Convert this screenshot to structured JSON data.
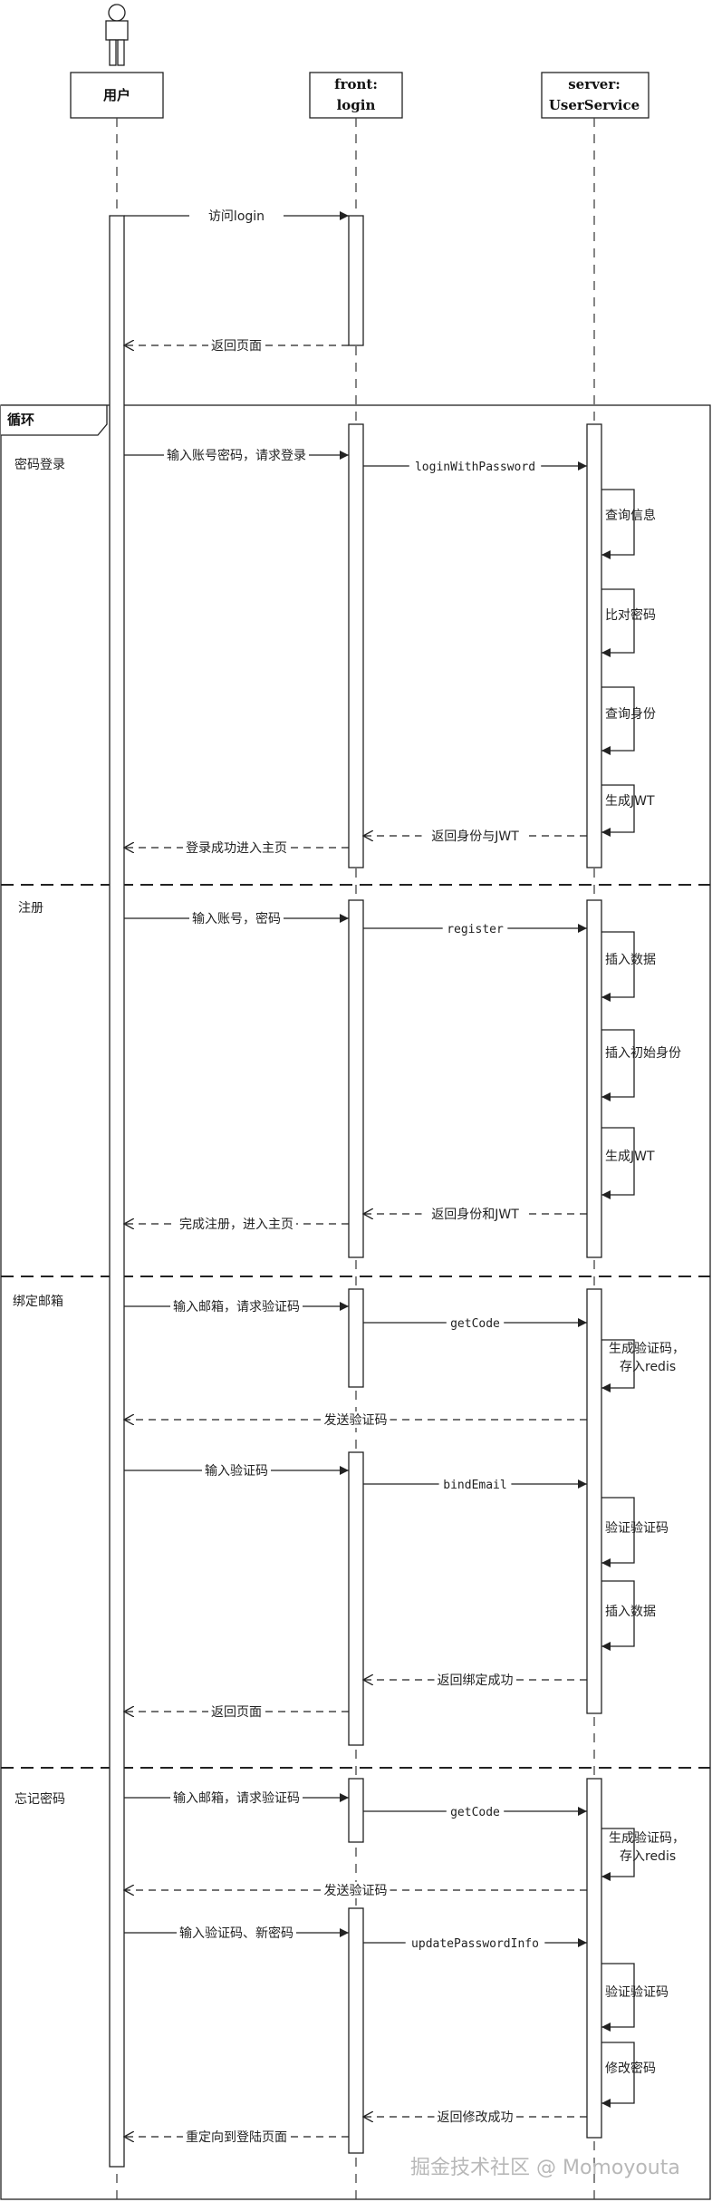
{
  "participants": [
    {
      "id": "user",
      "lines": [
        "用户"
      ],
      "actor": true
    },
    {
      "id": "front",
      "lines": [
        "front:",
        "login"
      ]
    },
    {
      "id": "server",
      "lines": [
        "server:",
        "UserService"
      ]
    }
  ],
  "loop": {
    "label": "循环",
    "sections": [
      "密码登录",
      "注册",
      "绑定邮箱",
      "忘记密码"
    ]
  },
  "messages": [
    {
      "text": "访问login",
      "from": "user",
      "to": "front",
      "type": "sync"
    },
    {
      "text": "返回页面",
      "from": "front",
      "to": "user",
      "type": "return"
    },
    {
      "text": "输入账号密码，请求登录",
      "from": "user",
      "to": "front",
      "type": "sync"
    },
    {
      "text": "loginWithPassword",
      "from": "front",
      "to": "server",
      "type": "sync"
    },
    {
      "text": "查询信息",
      "from": "server",
      "to": "server",
      "type": "self"
    },
    {
      "text": "比对密码",
      "from": "server",
      "to": "server",
      "type": "self"
    },
    {
      "text": "查询身份",
      "from": "server",
      "to": "server",
      "type": "self"
    },
    {
      "text": "生成JWT",
      "from": "server",
      "to": "server",
      "type": "self"
    },
    {
      "text": "返回身份与JWT",
      "from": "server",
      "to": "front",
      "type": "return"
    },
    {
      "text": "登录成功进入主页",
      "from": "front",
      "to": "user",
      "type": "return"
    },
    {
      "text": "输入账号，密码",
      "from": "user",
      "to": "front",
      "type": "sync"
    },
    {
      "text": "register",
      "from": "front",
      "to": "server",
      "type": "sync"
    },
    {
      "text": "插入数据",
      "from": "server",
      "to": "server",
      "type": "self"
    },
    {
      "text": "插入初始身份",
      "from": "server",
      "to": "server",
      "type": "self"
    },
    {
      "text": "生成JWT",
      "from": "server",
      "to": "server",
      "type": "self"
    },
    {
      "text": "返回身份和JWT",
      "from": "server",
      "to": "front",
      "type": "return"
    },
    {
      "text": "完成注册，进入主页",
      "from": "front",
      "to": "user",
      "type": "return"
    },
    {
      "text": "输入邮箱，请求验证码",
      "from": "user",
      "to": "front",
      "type": "sync"
    },
    {
      "text": "getCode",
      "from": "front",
      "to": "server",
      "type": "sync"
    },
    {
      "text": "生成验证码，\n存入redis",
      "from": "server",
      "to": "server",
      "type": "self"
    },
    {
      "text": "发送验证码",
      "from": "server",
      "to": "user",
      "type": "return"
    },
    {
      "text": "输入验证码",
      "from": "user",
      "to": "front",
      "type": "sync"
    },
    {
      "text": "bindEmail",
      "from": "front",
      "to": "server",
      "type": "sync"
    },
    {
      "text": "验证验证码",
      "from": "server",
      "to": "server",
      "type": "self"
    },
    {
      "text": "插入数据",
      "from": "server",
      "to": "server",
      "type": "self"
    },
    {
      "text": "返回绑定成功",
      "from": "server",
      "to": "front",
      "type": "return"
    },
    {
      "text": "返回页面",
      "from": "front",
      "to": "user",
      "type": "return"
    },
    {
      "text": "输入邮箱，请求验证码",
      "from": "user",
      "to": "front",
      "type": "sync"
    },
    {
      "text": "getCode",
      "from": "front",
      "to": "server",
      "type": "sync"
    },
    {
      "text": "生成验证码，\n存入redis",
      "from": "server",
      "to": "server",
      "type": "self"
    },
    {
      "text": "发送验证码",
      "from": "server",
      "to": "user",
      "type": "return"
    },
    {
      "text": "输入验证码、新密码",
      "from": "user",
      "to": "front",
      "type": "sync"
    },
    {
      "text": "updatePasswordInfo",
      "from": "front",
      "to": "server",
      "type": "sync"
    },
    {
      "text": "验证验证码",
      "from": "server",
      "to": "server",
      "type": "self"
    },
    {
      "text": "修改密码",
      "from": "server",
      "to": "server",
      "type": "self"
    },
    {
      "text": "返回修改成功",
      "from": "server",
      "to": "front",
      "type": "return"
    },
    {
      "text": "重定向到登陆页面",
      "from": "front",
      "to": "user",
      "type": "return"
    }
  ],
  "watermark": "掘金技术社区 @ Momoyouta",
  "colors": {
    "line": "#222222",
    "background": "#ffffff",
    "watermark": "#b8b8b8"
  }
}
